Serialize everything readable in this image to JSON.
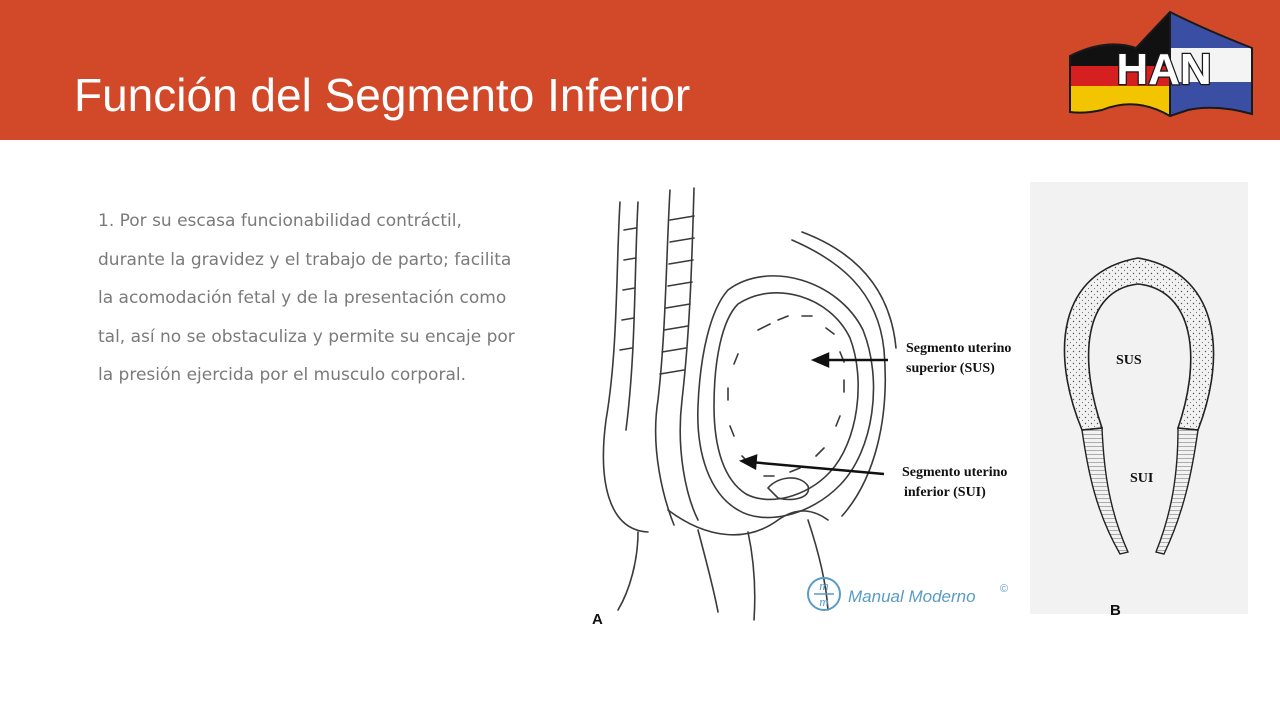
{
  "slide": {
    "title": "Función del Segmento Inferior",
    "body": "1. Por su escasa funcionabilidad contráctil, durante la gravidez y el trabajo de parto; facilita la acomodación fetal y de la presentación como tal, así no se obstaculiza y permite su encaje por la presión ejercida por el musculo corporal."
  },
  "logo": {
    "text": "HAN",
    "icon": "han-flags-logo-icon"
  },
  "figure_a": {
    "label_sus": [
      "Segmento uterino",
      "superior  (SUS)"
    ],
    "label_sui": [
      "Segmento uterino",
      "inferior (SUI)"
    ],
    "publisher": "Manual Moderno",
    "publisher_mark": "©",
    "panel_letter": "A"
  },
  "figure_b": {
    "label_sus": "SUS",
    "label_sui": "SUI",
    "panel_letter": "B"
  },
  "colors": {
    "header_bg": "#d2492a",
    "body_text": "#7a7a7a",
    "figure_b_bg": "#f2f2f2",
    "publisher_blue": "#5a9bc6"
  }
}
